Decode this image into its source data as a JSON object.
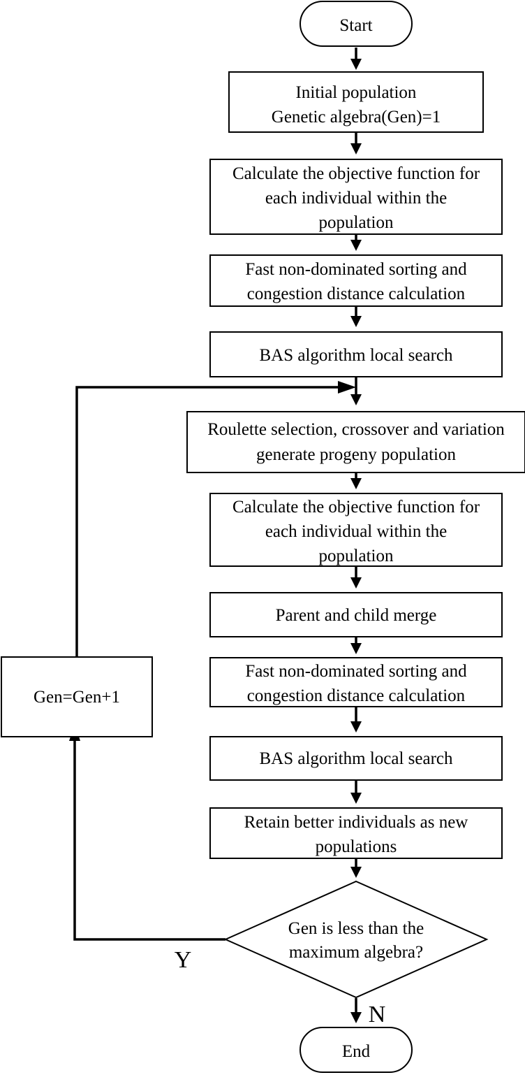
{
  "flowchart": {
    "start": "Start",
    "end": "End",
    "steps": {
      "init": [
        "Initial population",
        "Genetic algebra(Gen)=1"
      ],
      "calc1": [
        "Calculate the objective function for",
        "each individual within the",
        "population"
      ],
      "sort1": [
        "Fast non-dominated sorting and",
        "congestion distance calculation"
      ],
      "bas1": [
        "BAS algorithm local search"
      ],
      "roulette": [
        "Roulette selection, crossover and variation",
        "generate progeny population"
      ],
      "calc2": [
        "Calculate the objective function for",
        "each individual within the",
        "population"
      ],
      "merge": [
        "Parent and child merge"
      ],
      "sort2": [
        "Fast non-dominated sorting and",
        "congestion distance calculation"
      ],
      "bas2": [
        "BAS algorithm local search"
      ],
      "retain": [
        "Retain better individuals as new",
        "populations"
      ],
      "gen_inc": [
        "Gen=Gen+1"
      ]
    },
    "decision": [
      "Gen is less than the",
      "maximum algebra?"
    ],
    "labels": {
      "yes": "Y",
      "no": "N"
    }
  }
}
